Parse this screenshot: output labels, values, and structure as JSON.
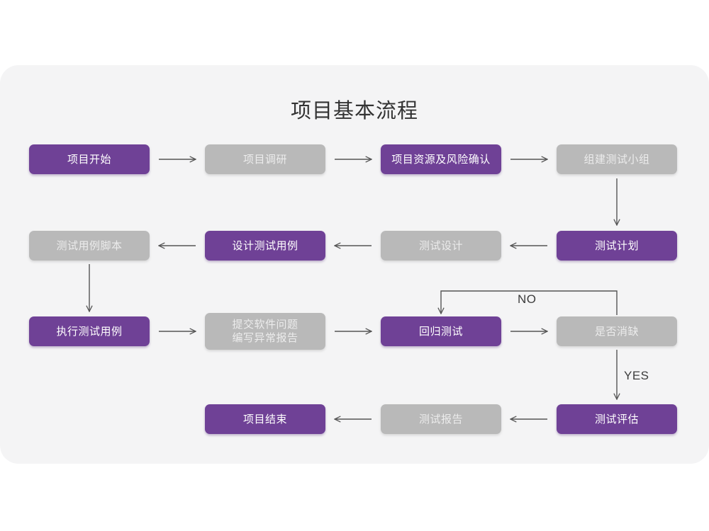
{
  "title": "项目基本流程",
  "colors": {
    "panel_bg": "#f4f4f5",
    "page_bg": "#ffffff",
    "accent_purple": "#6f4196",
    "muted_gray": "#b9b9b9",
    "purple_text": "#ffffff",
    "gray_text": "#ececec",
    "title_text": "#333333",
    "connector": "#555555"
  },
  "nodes": [
    {
      "id": "n1",
      "label": "项目开始",
      "style": "purple",
      "row": 1,
      "col": 1
    },
    {
      "id": "n2",
      "label": "项目调研",
      "style": "gray",
      "row": 1,
      "col": 2
    },
    {
      "id": "n3",
      "label": "项目资源及风险确认",
      "style": "purple",
      "row": 1,
      "col": 3
    },
    {
      "id": "n4",
      "label": "组建测试小组",
      "style": "gray",
      "row": 1,
      "col": 4
    },
    {
      "id": "n5",
      "label": "测试用例脚本",
      "style": "gray",
      "row": 2,
      "col": 1
    },
    {
      "id": "n6",
      "label": "设计测试用例",
      "style": "purple",
      "row": 2,
      "col": 2
    },
    {
      "id": "n7",
      "label": "测试设计",
      "style": "gray",
      "row": 2,
      "col": 3
    },
    {
      "id": "n8",
      "label": "测试计划",
      "style": "purple",
      "row": 2,
      "col": 4
    },
    {
      "id": "n9",
      "label": "执行测试用例",
      "style": "purple",
      "row": 3,
      "col": 1
    },
    {
      "id": "n10",
      "label": "提交软件问题",
      "label2": "编写异常报告",
      "style": "gray",
      "row": 3,
      "col": 2
    },
    {
      "id": "n11",
      "label": "回归测试",
      "style": "purple",
      "row": 3,
      "col": 3
    },
    {
      "id": "n12",
      "label": "是否消缺",
      "style": "gray",
      "row": 3,
      "col": 4
    },
    {
      "id": "n13",
      "label": "项目结束",
      "style": "purple",
      "row": 4,
      "col": 2
    },
    {
      "id": "n14",
      "label": "测试报告",
      "style": "gray",
      "row": 4,
      "col": 3
    },
    {
      "id": "n15",
      "label": "测试评估",
      "style": "purple",
      "row": 4,
      "col": 4
    }
  ],
  "edge_labels": {
    "no": "NO",
    "yes": "YES"
  },
  "edges": [
    {
      "from": "n1",
      "to": "n2",
      "direction": "right"
    },
    {
      "from": "n2",
      "to": "n3",
      "direction": "right"
    },
    {
      "from": "n3",
      "to": "n4",
      "direction": "right"
    },
    {
      "from": "n4",
      "to": "n8",
      "direction": "down"
    },
    {
      "from": "n8",
      "to": "n7",
      "direction": "left"
    },
    {
      "from": "n7",
      "to": "n6",
      "direction": "left"
    },
    {
      "from": "n6",
      "to": "n5",
      "direction": "left"
    },
    {
      "from": "n5",
      "to": "n9",
      "direction": "down"
    },
    {
      "from": "n9",
      "to": "n10",
      "direction": "right"
    },
    {
      "from": "n10",
      "to": "n11",
      "direction": "right"
    },
    {
      "from": "n11",
      "to": "n12",
      "direction": "right"
    },
    {
      "from": "n12",
      "to": "n11",
      "direction": "loop-up-left",
      "label": "NO"
    },
    {
      "from": "n12",
      "to": "n15",
      "direction": "down",
      "label": "YES"
    },
    {
      "from": "n15",
      "to": "n14",
      "direction": "left"
    },
    {
      "from": "n14",
      "to": "n13",
      "direction": "left"
    }
  ]
}
